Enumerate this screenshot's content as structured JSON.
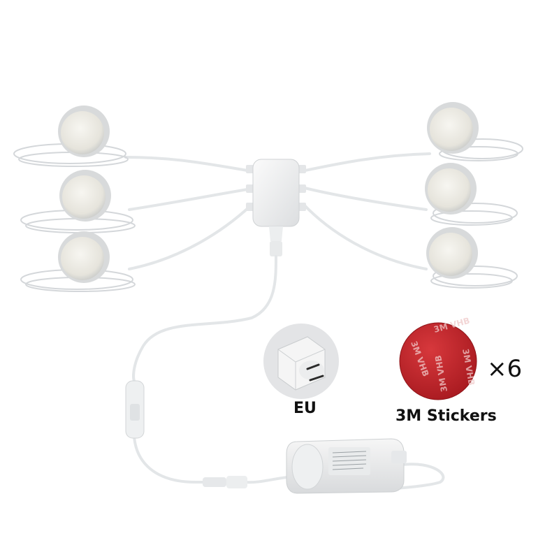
{
  "labels": {
    "plug_type": "EU",
    "sticker_caption": "3M Stickers",
    "sticker_count": "×6",
    "sticker_print": "3M VHB"
  },
  "colors": {
    "cable": "#e9ecee",
    "cable_edge": "#c9cdd0",
    "lamp_rim": "#d8dadb",
    "lamp_face": "#f1f0ea",
    "hub": "#f4f5f5",
    "sticker_red": "#c4262b",
    "inset_bg": "#e3e4e6"
  },
  "icons": {
    "lamps": "puck-light-icon",
    "hub": "distribution-hub-icon",
    "switch": "inline-switch-icon",
    "adapter": "power-adapter-icon",
    "plug": "eu-plug-icon",
    "sticker": "adhesive-sticker-icon"
  }
}
